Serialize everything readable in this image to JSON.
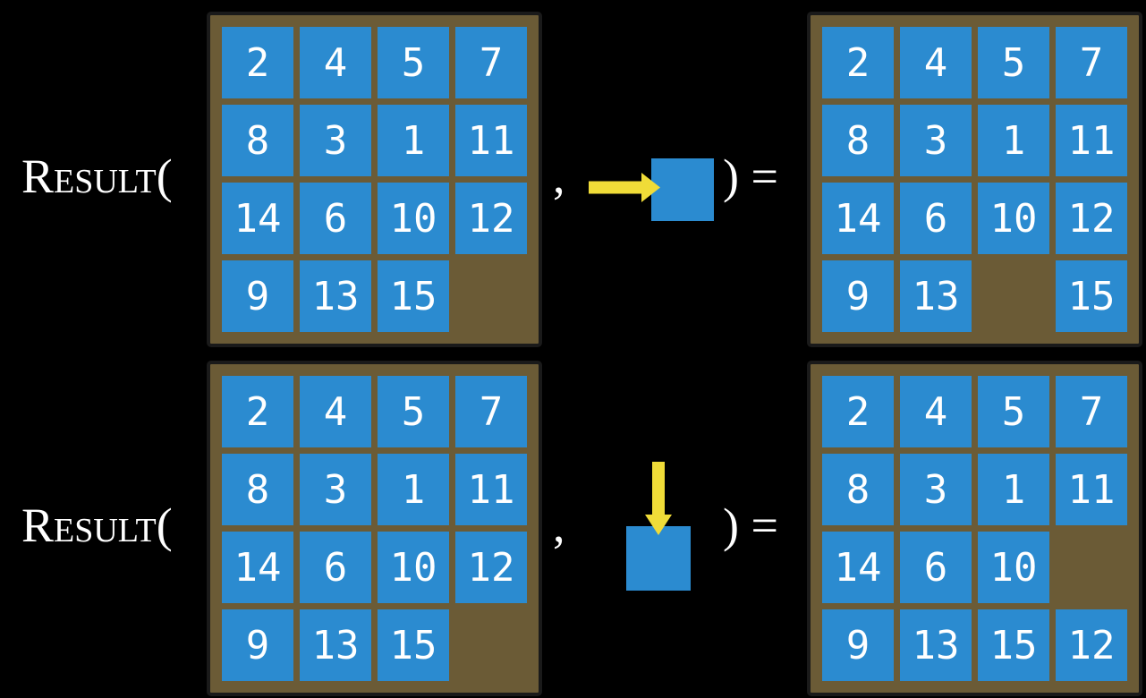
{
  "colors": {
    "background": "#000000",
    "tile": "#2b8bd0",
    "board": "#6b5b36",
    "frame": "#1a1a1a",
    "arrow": "#f0dc38",
    "text": "#ffffff"
  },
  "rows": [
    {
      "function_label": "Result(",
      "comma": ",",
      "close_label": ") =",
      "action_icon": "arrow-right",
      "input_board": [
        [
          2,
          4,
          5,
          7
        ],
        [
          8,
          3,
          1,
          11
        ],
        [
          14,
          6,
          10,
          12
        ],
        [
          9,
          13,
          15,
          null
        ]
      ],
      "output_board": [
        [
          2,
          4,
          5,
          7
        ],
        [
          8,
          3,
          1,
          11
        ],
        [
          14,
          6,
          10,
          12
        ],
        [
          9,
          13,
          null,
          15
        ]
      ]
    },
    {
      "function_label": "Result(",
      "comma": ",",
      "close_label": ") =",
      "action_icon": "arrow-down",
      "input_board": [
        [
          2,
          4,
          5,
          7
        ],
        [
          8,
          3,
          1,
          11
        ],
        [
          14,
          6,
          10,
          12
        ],
        [
          9,
          13,
          15,
          null
        ]
      ],
      "output_board": [
        [
          2,
          4,
          5,
          7
        ],
        [
          8,
          3,
          1,
          11
        ],
        [
          14,
          6,
          10,
          null
        ],
        [
          9,
          13,
          15,
          12
        ]
      ]
    }
  ]
}
